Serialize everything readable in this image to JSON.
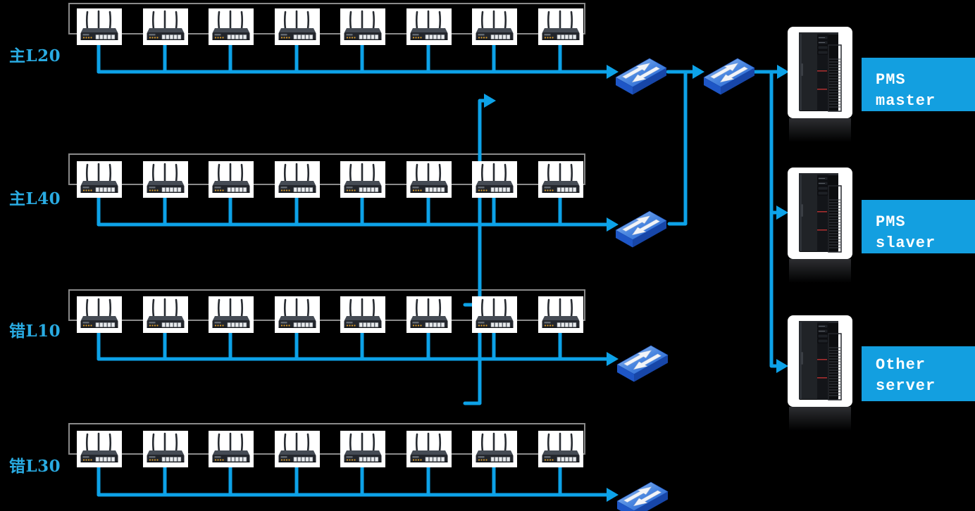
{
  "rows": [
    {
      "label": "主L20",
      "router_count": 8
    },
    {
      "label": "主L40",
      "router_count": 8
    },
    {
      "label": "错L10",
      "router_count": 8
    },
    {
      "label": "错L30",
      "router_count": 8
    }
  ],
  "servers": [
    {
      "label": "PMS master"
    },
    {
      "label": "PMS slaver"
    },
    {
      "label": "Other server",
      "line1": "Other",
      "line2": "server"
    }
  ],
  "icons": {
    "router": "wireless-router-icon",
    "switch": "network-switch-icon",
    "server": "tower-server-icon",
    "arrow": "flow-arrow-icon"
  },
  "colors": {
    "background": "#000000",
    "line": "#0da2e8",
    "row_label": "#29abe2",
    "label_bg": "#139fe0",
    "label_fg": "#ffffff",
    "group_border": "#8a8a8a"
  }
}
